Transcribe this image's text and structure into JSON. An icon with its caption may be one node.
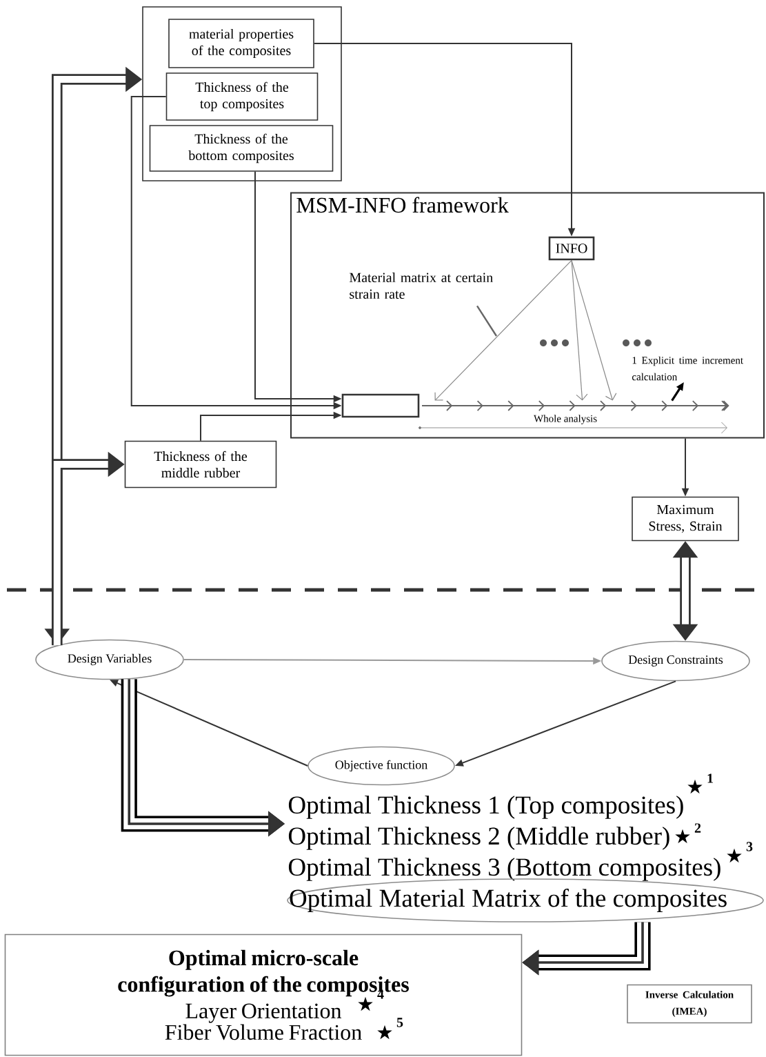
{
  "diagram": {
    "nodes": [
      {
        "text": [],
        "shape": "box"
      },
      {
        "text": [
          "material properties of the composites"
        ],
        "in": 0
      },
      {
        "text": [
          "Thickness of the top composites"
        ],
        "in": 0
      },
      {
        "text": [
          "Thickness of the bottom composites"
        ],
        "in": 0
      },
      {
        "text": [
          "MSM-INFO framework"
        ]
      },
      {
        "text": [
          "INFO"
        ],
        "in": 4
      },
      {
        "text": [],
        "shape": "box",
        "in": 4
      },
      {
        "text": [
          "Material matrix at certain strain rate"
        ],
        "in": 4
      },
      {
        "text": [
          "1 Explicit time increment calculation"
        ],
        "in": 4
      },
      {
        "text": [
          "Thickness of the middle rubber"
        ]
      },
      {
        "text": [
          "Maximum Stress, Strain"
        ]
      },
      {
        "text": [
          "Design Variables"
        ]
      },
      {
        "text": [
          "Design Constraints"
        ]
      },
      {
        "text": [
          "Objective function"
        ]
      },
      {
        "text": [
          "Optimal Thickness 1 (Top composites)"
        ]
      },
      {
        "text": [
          "Optimal Thickness 2 (Middle rubber)"
        ]
      },
      {
        "text": [
          "Optimal Thickness 3 (Bottom composites)"
        ]
      },
      {
        "text": [
          "Optimal Material Matrix of the composites"
        ]
      },
      {
        "text": [
          "Optimal micro-scale configuration of the composites",
          "Layer Orientation",
          "Fiber Volume Fraction"
        ]
      },
      {
        "text": [
          "Inverse Calculation (IMEA)"
        ]
      },
      {
        "text": [],
        "shape": "bar",
        "in": 4
      }
    ],
    "edges": [
      {
        "from": 1,
        "to": 5,
        "arrow": "to"
      },
      {
        "from": 2,
        "to": 6,
        "arrow": "to"
      },
      {
        "from": 3,
        "to": 6,
        "arrow": "to"
      },
      {
        "from": 9,
        "to": 6,
        "arrow": "to"
      },
      {
        "from": 5,
        "to": 20,
        "arrow": "to",
        "color": "#888888"
      },
      {
        "from": 5,
        "to": 20,
        "arrow": "to",
        "color": "#888888"
      },
      {
        "from": 5,
        "to": 20,
        "arrow": "to",
        "color": "#888888"
      },
      {
        "from": 7,
        "to": null,
        "arrow": "none",
        "color": "#666666"
      },
      {
        "from": 20,
        "to": 8,
        "arrow": "to",
        "color": "#000000"
      },
      {
        "from": 11,
        "to": 0,
        "arrow": "both",
        "style": "thick"
      },
      {
        "from": 11,
        "to": 9,
        "arrow": "to",
        "style": "thick"
      },
      {
        "from": 10,
        "to": 12,
        "arrow": "both",
        "style": "thick"
      },
      {
        "from": 4,
        "to": 10,
        "arrow": "to"
      },
      {
        "from": 11,
        "to": 12,
        "arrow": "to",
        "color": "#999999"
      },
      {
        "from": 12,
        "to": 13,
        "arrow": "to"
      },
      {
        "from": 13,
        "to": 11,
        "arrow": "to"
      },
      {
        "from": 11,
        "to": 14,
        "arrow": "to",
        "style": "thick"
      },
      {
        "from": 17,
        "to": 18,
        "arrow": "to",
        "style": "thick"
      }
    ],
    "labels": [
      "Whole analysis",
      "★",
      "1",
      "★",
      "2",
      "★",
      "3",
      "★",
      "4",
      "★",
      "5"
    ]
  }
}
